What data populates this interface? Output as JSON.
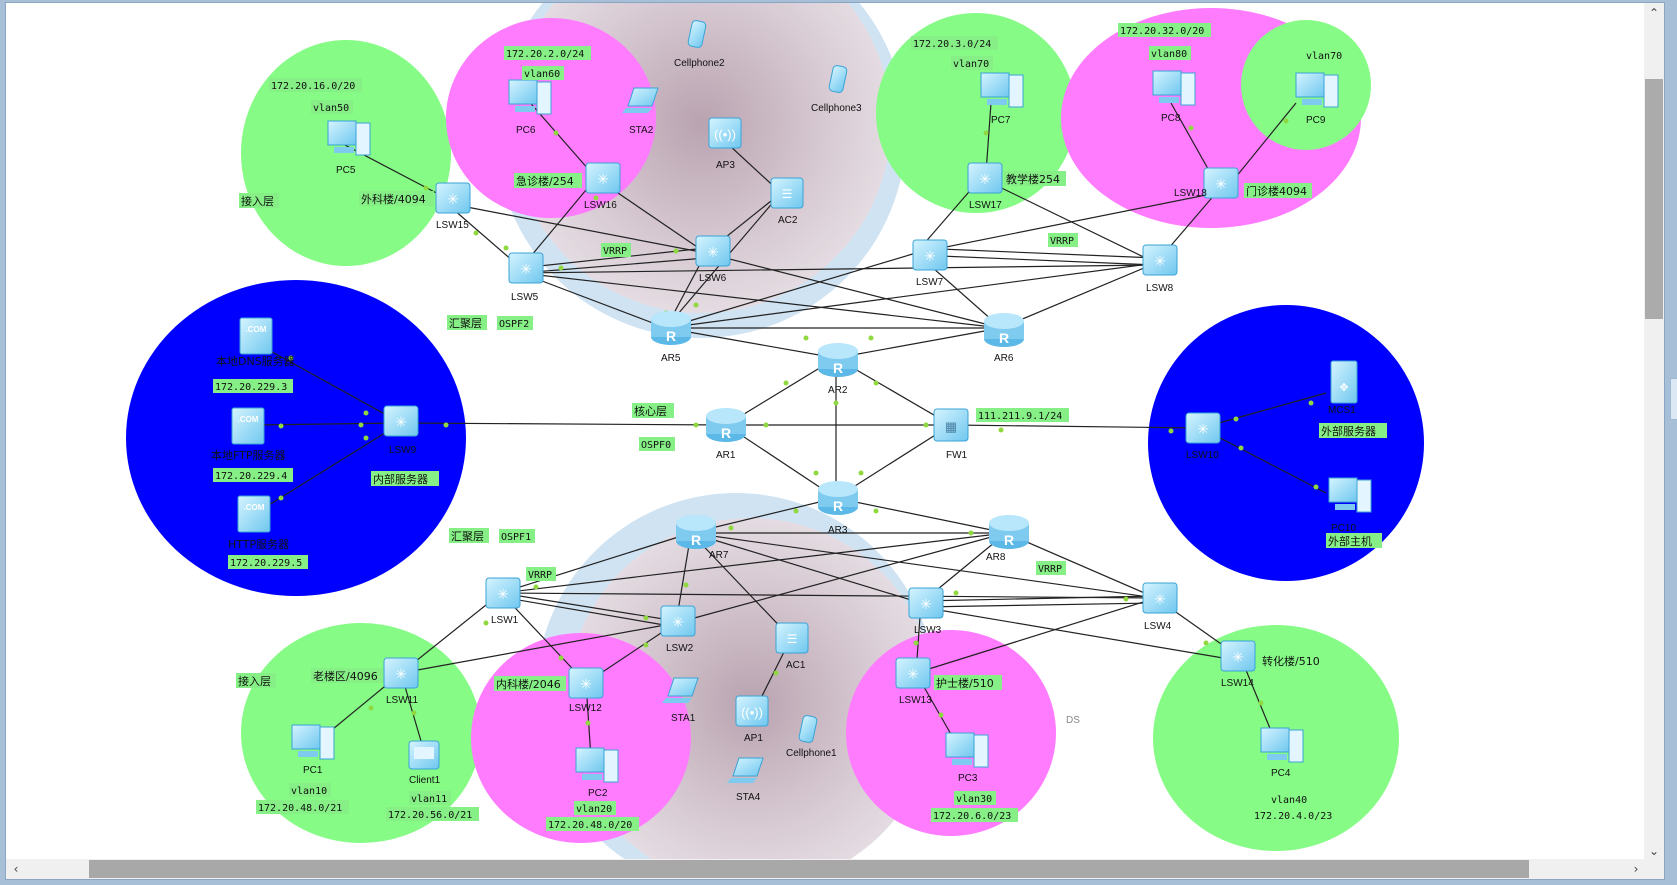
{
  "window": {
    "title": "Network Topology"
  },
  "colors": {
    "access_green": "#86fb86",
    "access_pink": "#ff7cff",
    "server_blue": "#0000ff",
    "wlan_halo": "#cfe3f3",
    "wlan_core": "#c9b6c1",
    "tag_bg": "#86f086",
    "port": "#8fd840"
  },
  "zones": {
    "access_left_top": "接入层",
    "access_left_bottom": "接入层",
    "agg_top": "汇聚层",
    "agg_top_ospf": "OSPF2",
    "agg_bottom": "汇聚层",
    "agg_bottom_ospf": "OSPF1",
    "core": "核心层",
    "core_ospf": "OSPF0",
    "vrrp_tl": "VRRP",
    "vrrp_tr": "VRRP",
    "vrrp_bl": "VRRP",
    "vrrp_br": "VRRP",
    "faint_text": "DS"
  },
  "buildings": {
    "waike": {
      "name": "外科楼/4094",
      "subnet": "172.20.16.0/20",
      "vlan": "vlan50"
    },
    "jizhen": {
      "name": "急诊楼/254",
      "subnet": "172.20.2.0/24",
      "vlan": "vlan60"
    },
    "jiaoxue": {
      "name": "教学楼254",
      "subnet": "172.20.3.0/24",
      "vlan": "vlan70"
    },
    "menzhen": {
      "name": "门诊楼4094",
      "subnet": "172.20.32.0/20",
      "vlan_a": "vlan80",
      "vlan_b": "vlan70"
    },
    "laolou": {
      "name": "老楼区/4096",
      "vlan_a": "vlan10",
      "subnet_a": "172.20.48.0/21",
      "vlan_b": "vlan11",
      "subnet_b": "172.20.56.0/21"
    },
    "neike": {
      "name": "内科楼/2046",
      "vlan": "vlan20",
      "subnet": "172.20.48.0/20"
    },
    "hushi": {
      "name": "护士楼/510",
      "vlan": "vlan30",
      "subnet": "172.20.6.0/23"
    },
    "zhuanhua": {
      "name": "转化楼/510",
      "vlan": "vlan40",
      "subnet": "172.20.4.0/23"
    }
  },
  "servers": {
    "dns": {
      "name": "本地DNS服务器",
      "ip": "172.20.229.3"
    },
    "ftp": {
      "name": "本地FTP服务器",
      "ip": "172.20.229.4"
    },
    "http": {
      "name": "HTTP服务器",
      "ip": "172.20.229.5"
    },
    "internal_group": "内部服务器",
    "external_server": "外部服务器",
    "external_host": "外部主机",
    "fw_ip": "111.211.9.1/24"
  },
  "devices": {
    "PC1": "PC1",
    "PC2": "PC2",
    "PC3": "PC3",
    "PC4": "PC4",
    "PC5": "PC5",
    "PC6": "PC6",
    "PC7": "PC7",
    "PC8": "PC8",
    "PC9": "PC9",
    "PC10": "PC10",
    "Client1": "Client1",
    "STA1": "STA1",
    "STA2": "STA2",
    "STA4": "STA4",
    "Cellphone1": "Cellphone1",
    "Cellphone2": "Cellphone2",
    "Cellphone3": "Cellphone3",
    "AP1": "AP1",
    "AP3": "AP3",
    "AC1": "AC1",
    "AC2": "AC2",
    "LSW1": "LSW1",
    "LSW2": "LSW2",
    "LSW3": "LSW3",
    "LSW4": "LSW4",
    "LSW5": "LSW5",
    "LSW6": "LSW6",
    "LSW7": "LSW7",
    "LSW8": "LSW8",
    "LSW9": "LSW9",
    "LSW10": "LSW10",
    "LSW11": "LSW11",
    "LSW12": "LSW12",
    "LSW13": "LSW13",
    "LSW14": "LSW14",
    "LSW15": "LSW15",
    "LSW16": "LSW16",
    "LSW17": "LSW17",
    "LSW18": "LSW18",
    "AR1": "AR1",
    "AR2": "AR2",
    "AR3": "AR3",
    "AR5": "AR5",
    "AR6": "AR6",
    "AR7": "AR7",
    "AR8": "AR8",
    "FW1": "FW1",
    "MCS1": "MCS1"
  },
  "scrollbars": {
    "up": "⌃",
    "down": "⌄",
    "left": "‹",
    "right": "›"
  }
}
